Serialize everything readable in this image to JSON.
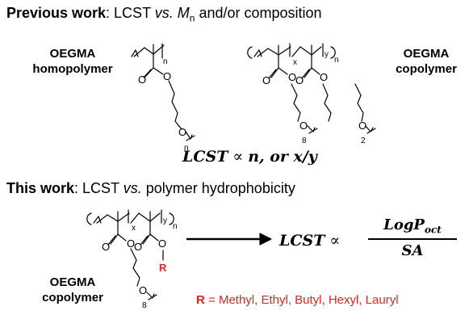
{
  "previous": {
    "bold": "Previous work",
    "rest": ": LCST ",
    "vs": "vs.",
    "mn_base": " M",
    "mn_sub": "n",
    "tail": " and/or composition"
  },
  "homopolymer_label": [
    "OEGMA",
    "homopolymer"
  ],
  "copolymer_label_top": [
    "OEGMA",
    "copolymer"
  ],
  "equation1": {
    "lhs": "LCST",
    "prop": "∝",
    "rhs": "n, or x/y"
  },
  "this_work": {
    "bold": "This work",
    "rest": ": LCST ",
    "vs": "vs.",
    "tail": " polymer hydrophobicity"
  },
  "equation2": {
    "lhs": "LCST",
    "prop": "∝",
    "num_base": "LogP",
    "num_sub": "oct",
    "den": "SA"
  },
  "copolymer_label_bottom": [
    "OEGMA",
    "copolymer"
  ],
  "r_note": {
    "r": "R",
    "eq": " = ",
    "list": "Methyl, Ethyl, Butyl, Hexyl, Lauryl"
  },
  "structure_labels": {
    "n": "n",
    "x": "x",
    "y": "y",
    "eight": "8",
    "two": "2",
    "R": "R"
  },
  "colors": {
    "accent_red": "#e2261d",
    "ink": "#000000"
  }
}
